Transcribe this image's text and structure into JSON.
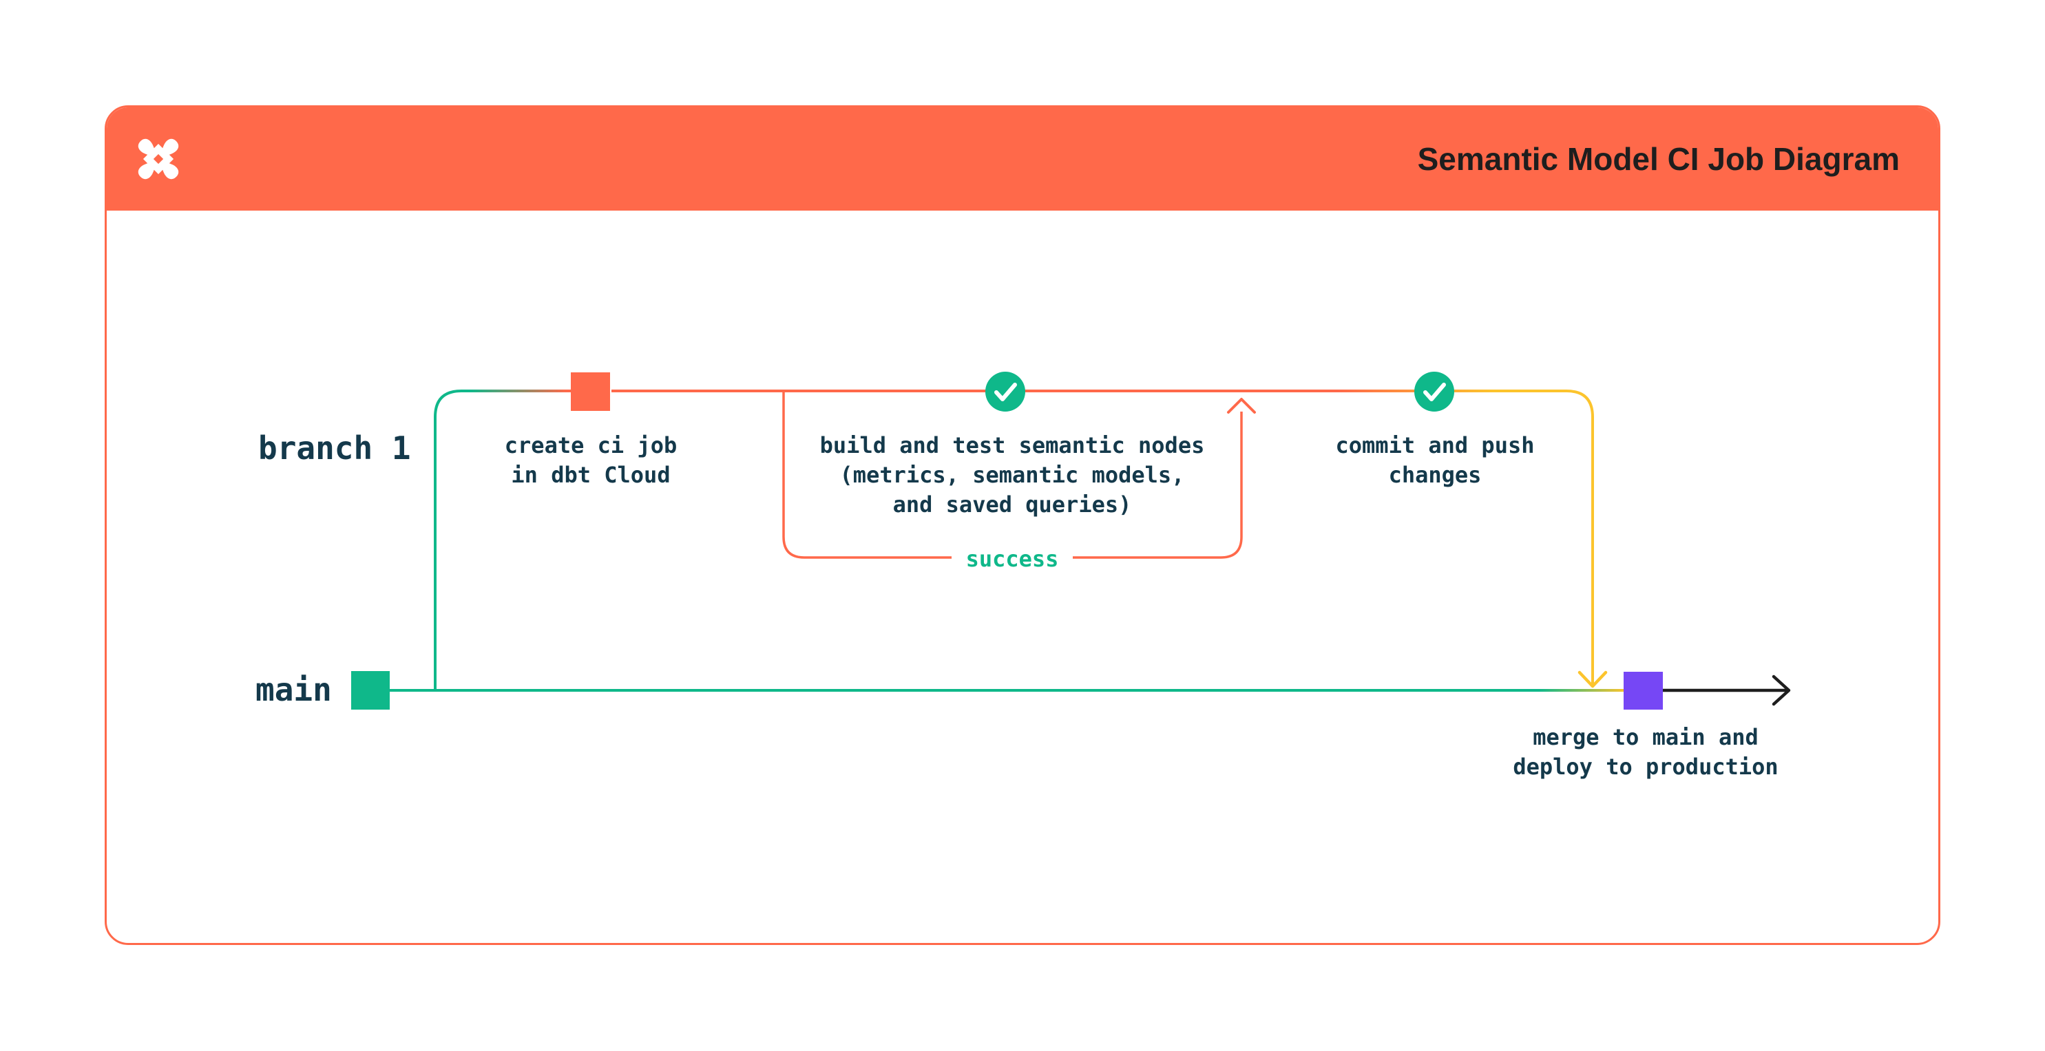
{
  "header": {
    "title": "Semantic Model CI Job Diagram",
    "logo": "dbt-logo"
  },
  "branches": {
    "branch1_label": "branch 1",
    "main_label": "main"
  },
  "nodes": {
    "create_ci": "create ci job\nin dbt Cloud",
    "build_test": "build and test semantic nodes\n(metrics, semantic models,\nand saved queries)",
    "success": "success",
    "commit_push": "commit and push\nchanges",
    "merge_deploy": "merge to main and\ndeploy to production"
  },
  "icons": {
    "check_1": "check-icon",
    "check_2": "check-icon",
    "arrow_up": "arrow-up-icon",
    "arrow_down": "arrow-down-icon",
    "arrow_right": "arrow-right-icon"
  },
  "colors": {
    "orange": "#FF694A",
    "green": "#0FB88A",
    "yellow": "#FCC42D",
    "purple": "#7647F5",
    "navy": "#14394B",
    "ink": "#1E1E1E"
  }
}
